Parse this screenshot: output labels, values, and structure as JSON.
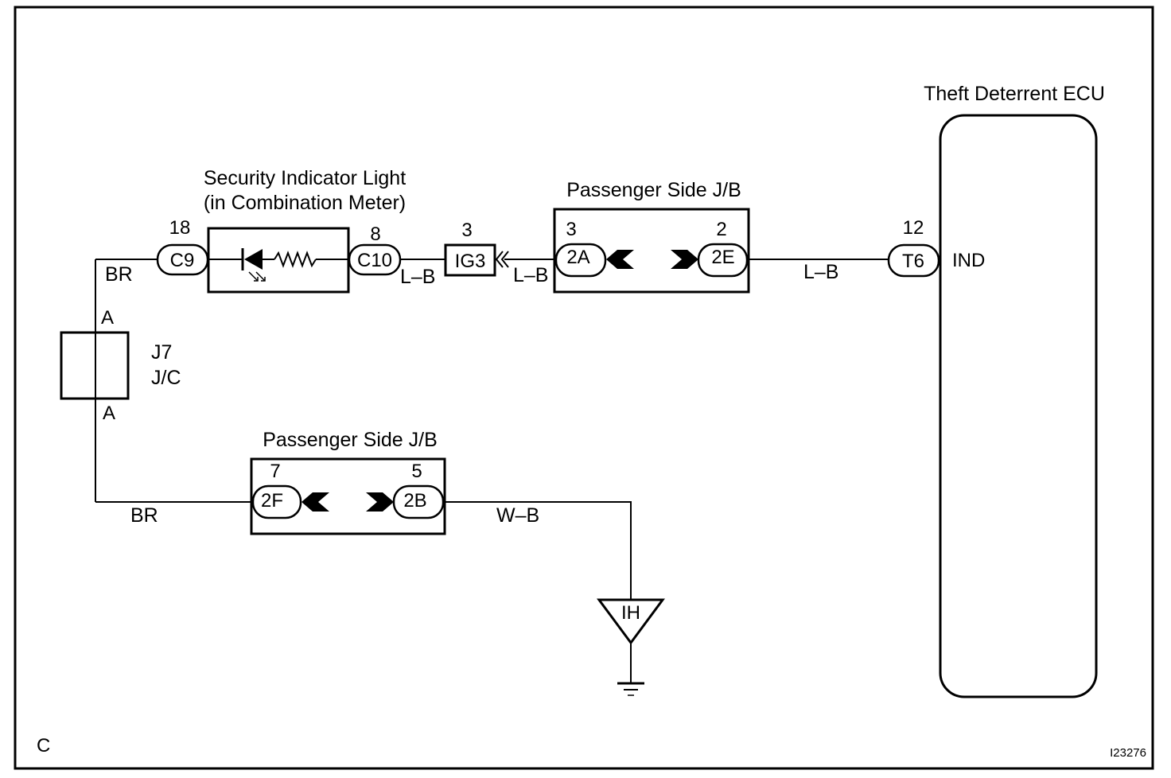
{
  "ecu": {
    "title": "Theft Deterrent ECU",
    "terminal": "IND"
  },
  "indicator": {
    "title_line1": "Security Indicator Light",
    "title_line2": "(in Combination Meter)"
  },
  "jb_upper": {
    "title": "Passenger Side J/B",
    "left_pin_number": "3",
    "left_connector": "2A",
    "right_pin_number": "2",
    "right_connector": "2E"
  },
  "jb_lower": {
    "title": "Passenger Side J/B",
    "left_pin_number": "7",
    "left_connector": "2F",
    "right_pin_number": "5",
    "right_connector": "2B"
  },
  "connectors": {
    "c9": {
      "pin": "18",
      "label": "C9"
    },
    "c10": {
      "pin": "8",
      "label": "C10"
    },
    "ig3": {
      "pin": "3",
      "label": "IG3"
    },
    "t6": {
      "pin": "12",
      "label": "T6"
    }
  },
  "junction": {
    "name": "J7",
    "type": "J/C",
    "terminal_top": "A",
    "terminal_bottom": "A"
  },
  "ground": {
    "label": "IH"
  },
  "wires": {
    "br_upper": "BR",
    "br_lower": "BR",
    "lb_after_c10": "L–B",
    "lb_after_ig3": "L–B",
    "lb_to_ecu": "L–B",
    "wb_ground": "W–B"
  },
  "corner_letter": "C",
  "figure_id": "I23276"
}
